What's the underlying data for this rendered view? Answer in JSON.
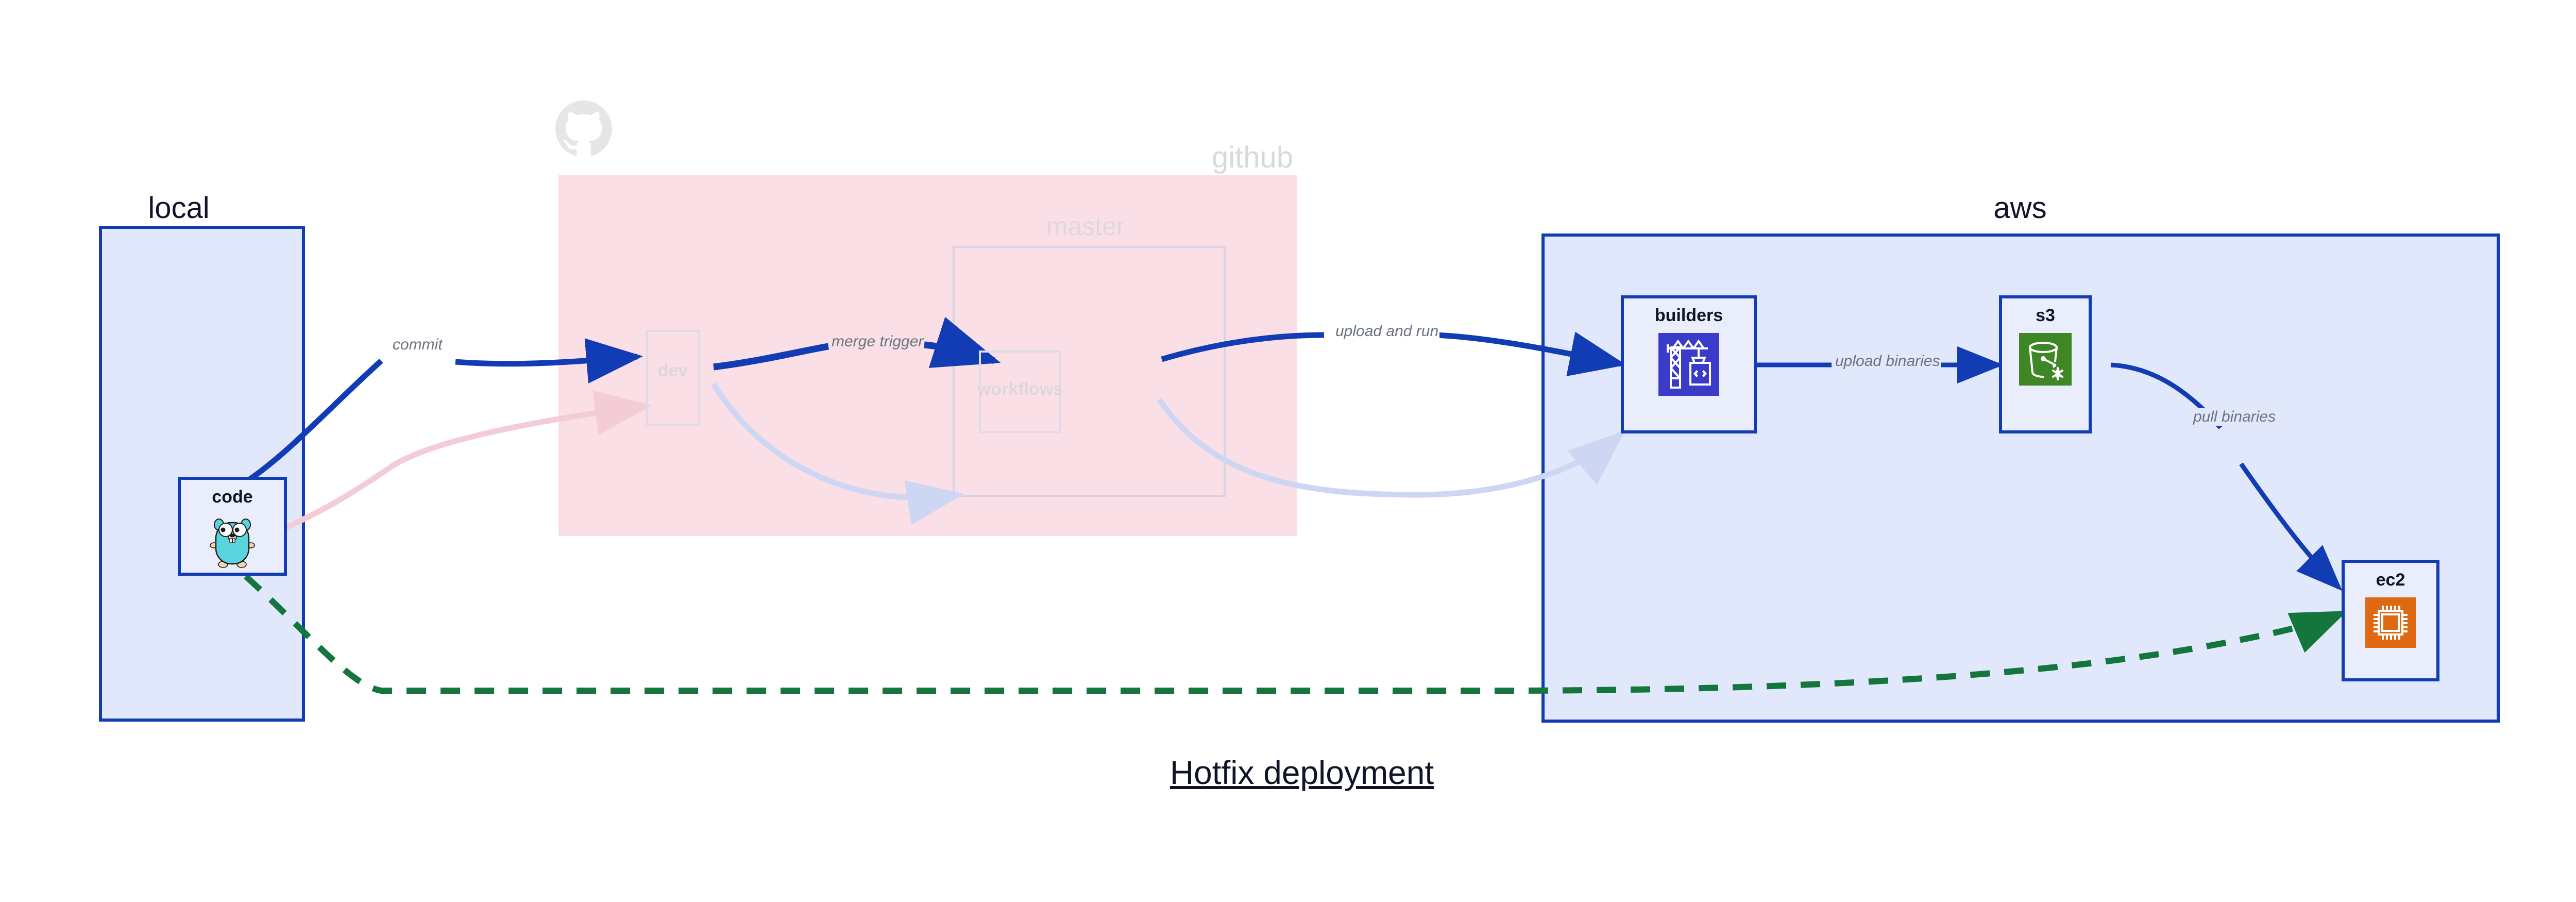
{
  "title": "Hotfix deployment",
  "zones": [
    {
      "id": "local",
      "label": "local",
      "style": "solid-blue"
    },
    {
      "id": "github",
      "label": "github",
      "style": "faded-pink"
    },
    {
      "id": "aws",
      "label": "aws",
      "style": "solid-blue"
    }
  ],
  "subzones": [
    {
      "id": "master",
      "label": "master",
      "parent": "github"
    }
  ],
  "nodes": [
    {
      "id": "code",
      "label": "code",
      "zone": "local",
      "icon": "go-gopher-icon",
      "state": "active"
    },
    {
      "id": "dev",
      "label": "dev",
      "zone": "github",
      "icon": "none",
      "state": "faded"
    },
    {
      "id": "workflows",
      "label": "workflows",
      "zone": "master",
      "icon": "none",
      "state": "faded"
    },
    {
      "id": "builders",
      "label": "builders",
      "zone": "aws",
      "icon": "aws-codebuild-icon",
      "state": "active"
    },
    {
      "id": "s3",
      "label": "s3",
      "zone": "aws",
      "icon": "aws-s3-bucket-icon",
      "state": "active"
    },
    {
      "id": "ec2",
      "label": "ec2",
      "zone": "aws",
      "icon": "aws-ec2-chip-icon",
      "state": "active"
    }
  ],
  "edges": [
    {
      "id": "commit",
      "from": "code",
      "to": "dev",
      "label": "commit",
      "style": "solid",
      "emphasis": "strong"
    },
    {
      "id": "merge-trigger",
      "from": "dev",
      "to": "workflows",
      "label": "merge trigger",
      "style": "solid",
      "emphasis": "strong"
    },
    {
      "id": "upload-and-run",
      "from": "workflows",
      "to": "builders",
      "label": "upload and run",
      "style": "solid",
      "emphasis": "strong"
    },
    {
      "id": "upload-binaries",
      "from": "builders",
      "to": "s3",
      "label": "upload binaries",
      "style": "solid",
      "emphasis": "strong"
    },
    {
      "id": "pull-binaries",
      "from": "s3",
      "to": "ec2",
      "label": "pull binaries",
      "style": "solid",
      "emphasis": "strong"
    },
    {
      "id": "hotfix-direct",
      "from": "code",
      "to": "ec2",
      "label": "",
      "style": "dashed",
      "emphasis": "strong"
    },
    {
      "id": "faded-code-dev",
      "from": "code",
      "to": "dev",
      "label": "",
      "style": "solid",
      "emphasis": "faded"
    },
    {
      "id": "faded-dev-workflows",
      "from": "dev",
      "to": "workflows",
      "label": "",
      "style": "solid",
      "emphasis": "faded"
    },
    {
      "id": "faded-workflows-builders",
      "from": "workflows",
      "to": "builders",
      "label": "",
      "style": "solid",
      "emphasis": "faded"
    }
  ],
  "colors": {
    "primary_blue": "#123cb4",
    "zone_blue_fill": "#e2e8fb",
    "zone_pink_fill": "#fae0e6",
    "node_fill": "#eaeefc",
    "dashed_green": "#14763c",
    "label_gray": "#6b7280",
    "title_navy": "#111428",
    "faded_pink": "#f4ccd6",
    "faded_blue": "#cdd6f2",
    "faded_border": "#e0dbea",
    "github_logo_gray": "#e6e6e6",
    "codebuild_purple": "#3b3bc9",
    "s3_green": "#3f8624",
    "ec2_orange": "#dd6a13",
    "gopher_cyan": "#59d3dd"
  },
  "icon_names": {
    "code": "go-gopher-icon",
    "builders": "aws-codebuild-icon",
    "s3": "aws-s3-bucket-icon",
    "ec2": "aws-ec2-chip-icon",
    "github": "github-octocat-icon"
  }
}
